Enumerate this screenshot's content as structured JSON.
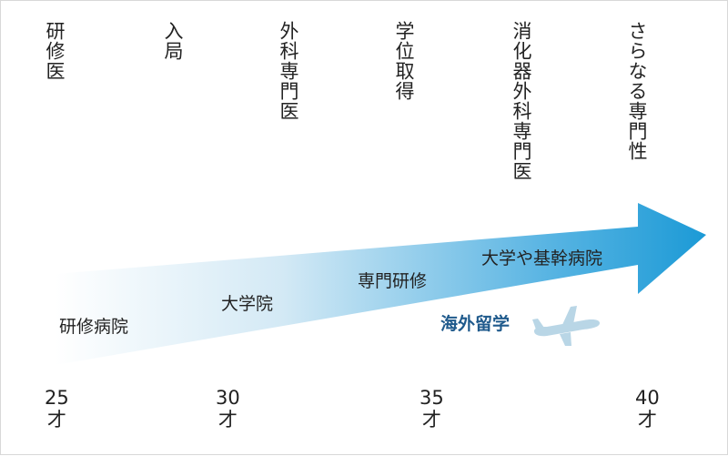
{
  "milestones": [
    {
      "label": "研修医"
    },
    {
      "label": "入局"
    },
    {
      "label": "外科専門医"
    },
    {
      "label": "学位取得"
    },
    {
      "label": "消化器外科専門医"
    },
    {
      "label": "さらなる専門性"
    }
  ],
  "stages": [
    {
      "label": "研修病院"
    },
    {
      "label": "大学院"
    },
    {
      "label": "専門研修"
    },
    {
      "label": "大学や基幹病院"
    }
  ],
  "abroad": {
    "label": "海外留学"
  },
  "ages": [
    {
      "value": "25",
      "unit": "才"
    },
    {
      "value": "30",
      "unit": "才"
    },
    {
      "value": "35",
      "unit": "才"
    },
    {
      "value": "40",
      "unit": "才"
    }
  ],
  "icons": {
    "plane": "airplane-icon"
  },
  "colors": {
    "arrow_start": "#ffffff",
    "arrow_end": "#1c9ad6",
    "abroad_text": "#1f5a8c",
    "plane": "#b9d6e6"
  }
}
